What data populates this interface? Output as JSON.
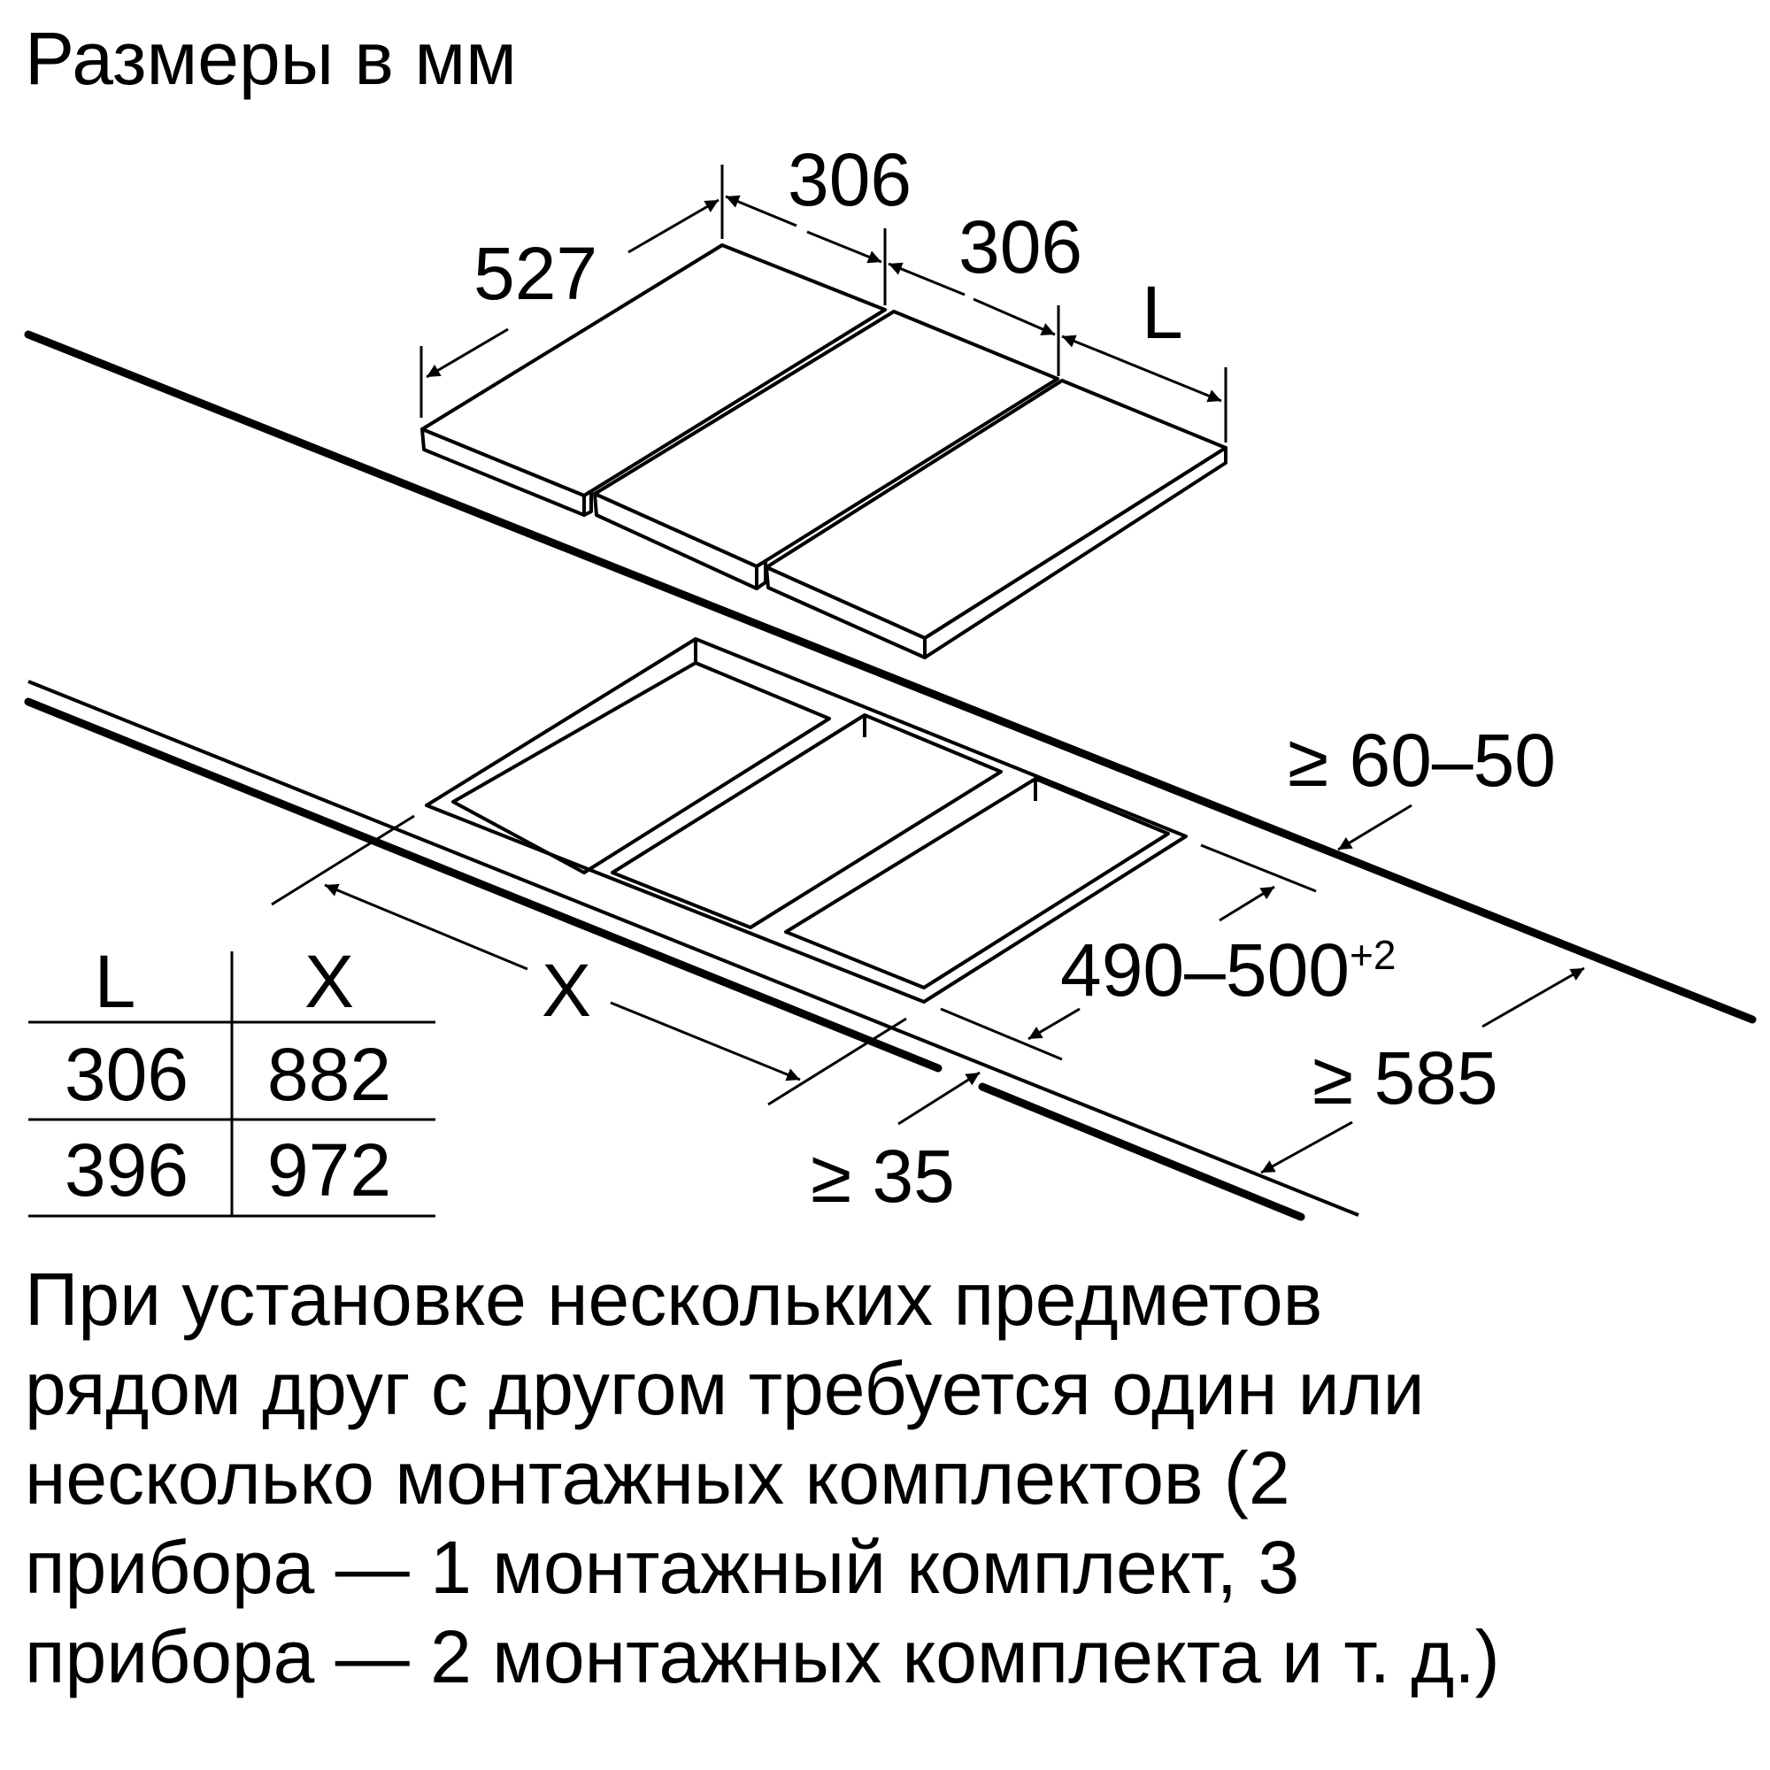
{
  "title": "Размеры в мм",
  "dimensions": {
    "depth": "527",
    "width_1": "306",
    "width_2": "306",
    "width_L": "L",
    "side_clearance": "≥ 60–50",
    "cutout_depth": "490–500",
    "cutout_depth_tolerance": "+2",
    "cutout_width": "X",
    "worktop_depth": "≥ 585",
    "front_clearance": "≥ 35"
  },
  "table": {
    "headers": [
      "L",
      "X"
    ],
    "rows": [
      [
        "306",
        "882"
      ],
      [
        "396",
        "972"
      ]
    ]
  },
  "note_lines": [
    "При установке нескольких предметов",
    "рядом друг с другом требуется один или",
    "несколько монтажных комплектов (2",
    "прибора — 1 монтажный комплект, 3",
    "прибора — 2 монтажных комплекта и т. д.)"
  ]
}
